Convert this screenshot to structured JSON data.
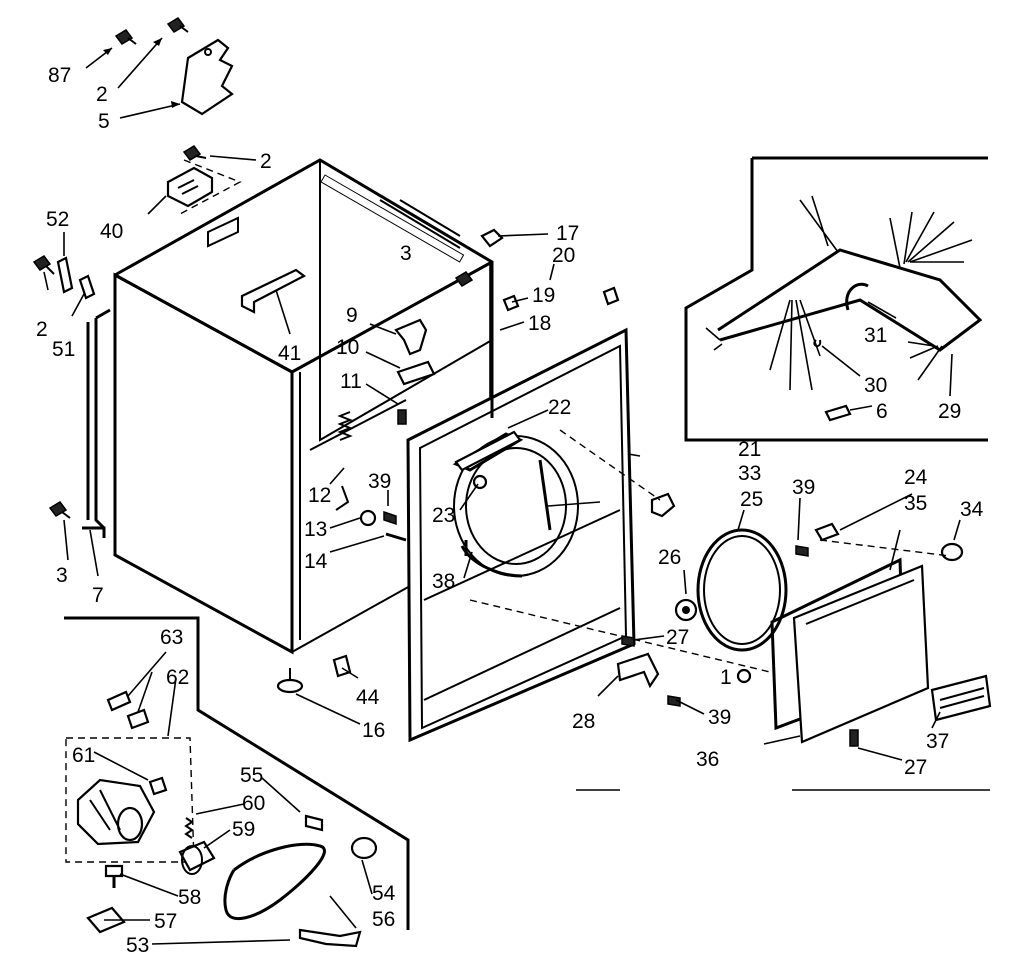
{
  "callouts": [
    "87",
    "2",
    "5",
    "2",
    "40",
    "52",
    "2",
    "51",
    "3",
    "7",
    "41",
    "3",
    "17",
    "20",
    "19",
    "18",
    "9",
    "10",
    "11",
    "22",
    "21",
    "12",
    "39",
    "33",
    "13",
    "14",
    "23",
    "38",
    "44",
    "16",
    "25",
    "26",
    "27",
    "28",
    "39",
    "1",
    "39",
    "24",
    "35",
    "34",
    "36",
    "37",
    "27",
    "31",
    "30",
    "6",
    "29",
    "63",
    "62",
    "61",
    "55",
    "60",
    "59",
    "58",
    "57",
    "53",
    "54",
    "56"
  ],
  "colors": {
    "ink": "#000000",
    "paper": "#ffffff"
  }
}
